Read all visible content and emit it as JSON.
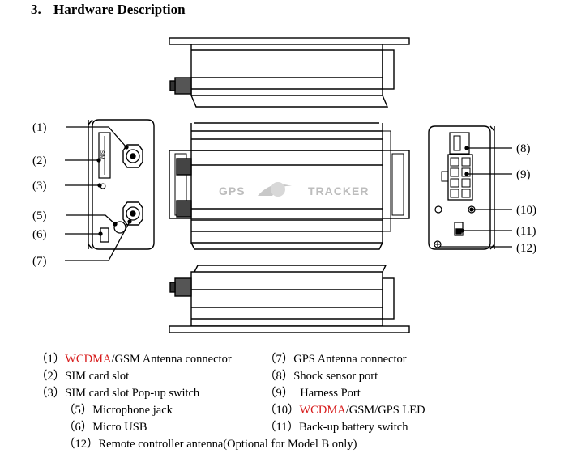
{
  "section": {
    "number": "3.",
    "title": "Hardware Description"
  },
  "device": {
    "logo_left": "GPS",
    "logo_right": "TRACKER",
    "sim_label": "SIM"
  },
  "callouts": [
    "(1)",
    "(2)",
    "(3)",
    "(5)",
    "(6)",
    "(7)",
    "(8)",
    "(9)",
    "(10)",
    "(11)",
    "(12)"
  ],
  "legend": {
    "l1": {
      "num": "（1）",
      "red": "WCDMA",
      "rest": "/GSM Antenna connector"
    },
    "l2": {
      "num": "（2）",
      "text": "SIM card slot"
    },
    "l3": {
      "num": "（3）",
      "text": "SIM card slot Pop-up switch"
    },
    "l5": {
      "num": "（5）",
      "text": "Microphone jack"
    },
    "l6": {
      "num": "（6）",
      "text": "Micro USB"
    },
    "l12": {
      "num": "（12）",
      "text": "Remote controller antenna(Optional for Model B only)"
    },
    "l7": {
      "num": "（7）",
      "text": "GPS Antenna  connector"
    },
    "l8": {
      "num": "（8）",
      "text": "Shock sensor port"
    },
    "l9": {
      "num": "（9）",
      "text": "Harness Port"
    },
    "l10": {
      "num": "（10）",
      "red": "WCDMA",
      "rest": "/GSM/GPS LED"
    },
    "l11": {
      "num": "（11）",
      "text": "Back-up battery switch"
    }
  },
  "colors": {
    "accent_red": "#d71a1a",
    "line": "#000000"
  }
}
